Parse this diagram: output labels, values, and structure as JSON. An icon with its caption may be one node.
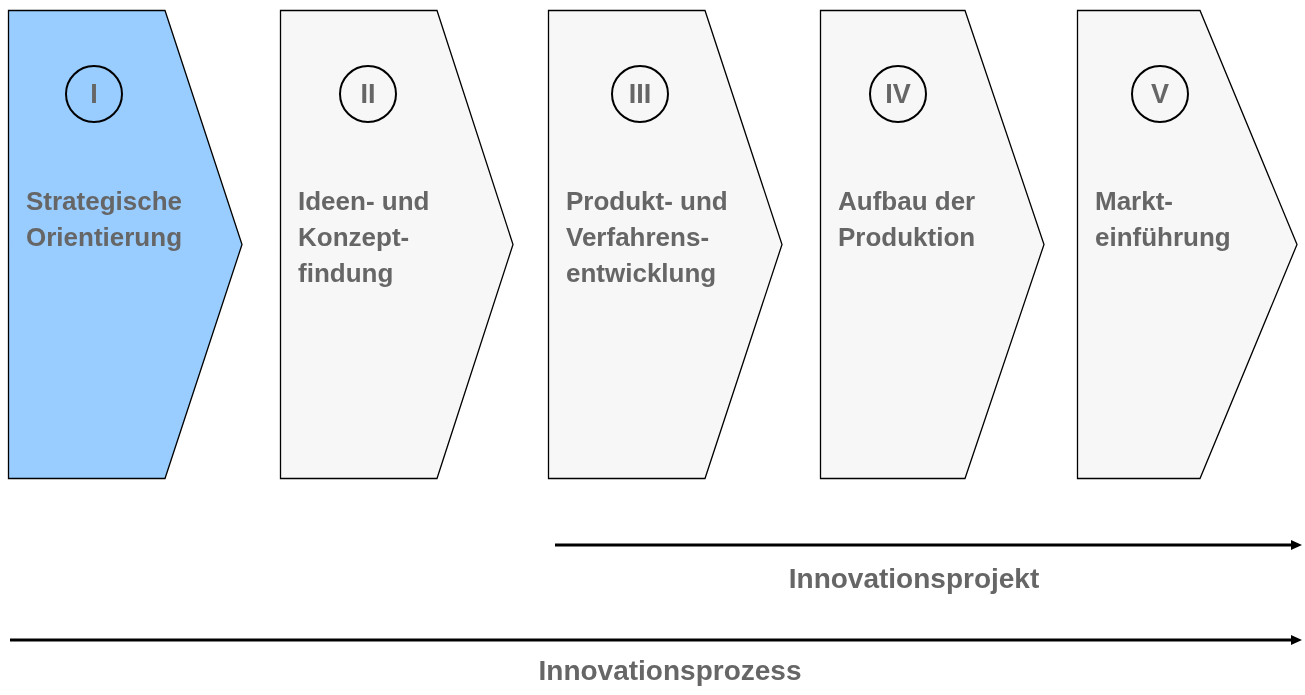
{
  "diagram": {
    "nodes": [
      {
        "text": [
          "Strategische Orientierung"
        ]
      },
      {
        "text": [
          "I"
        ],
        "in": 0
      },
      {
        "text": [
          "Ideen- und Konzept- findung"
        ]
      },
      {
        "text": [
          "II"
        ],
        "in": 2
      },
      {
        "text": [
          "Produkt- und Verfahrens- entwicklung"
        ]
      },
      {
        "text": [
          "III"
        ],
        "in": 4
      },
      {
        "text": [
          "Aufbau der Produktion"
        ]
      },
      {
        "text": [
          "IV"
        ],
        "in": 6
      },
      {
        "text": [
          "Markt- einführung"
        ]
      },
      {
        "text": [
          "V"
        ],
        "in": 8
      }
    ],
    "labels": [
      "Innovationsprojekt",
      "Innovationsprozess"
    ]
  }
}
